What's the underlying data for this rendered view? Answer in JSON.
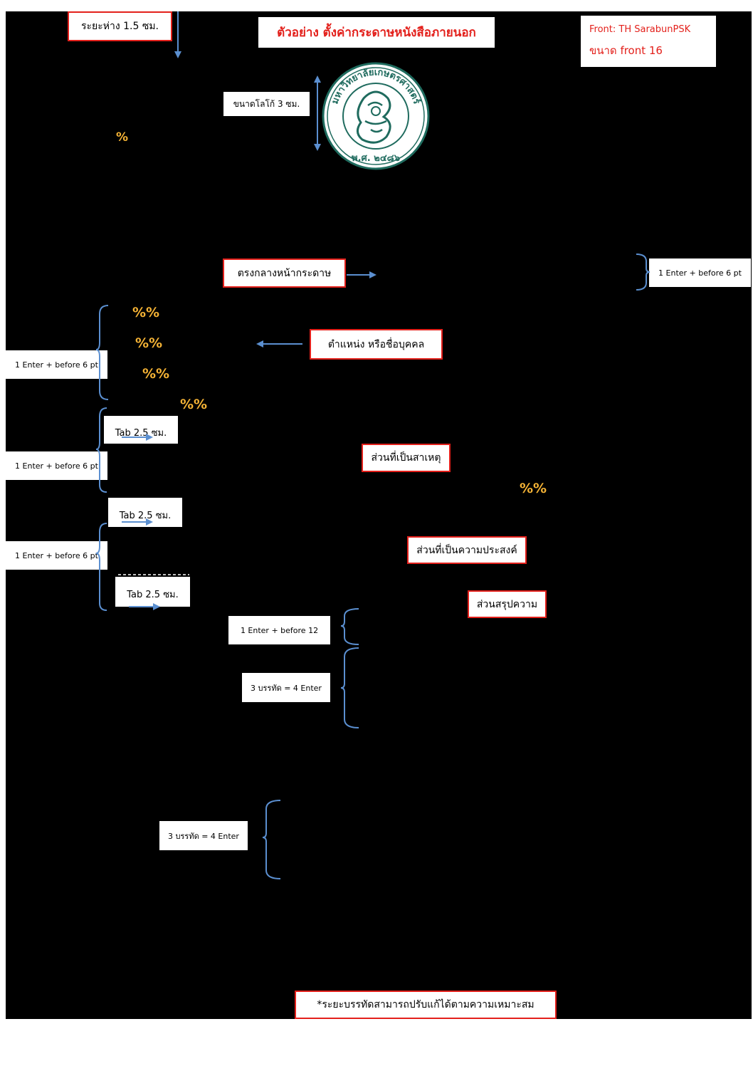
{
  "header": {
    "spacing_label": "ระยะห่าง 1.5 ซม.",
    "title": "ตัวอย่าง ตั้งค่ากระดาษหนังสือภายนอก",
    "font_line1": "Front: TH SarabunPSK",
    "font_line2": "ขนาด front 16",
    "logo_size_label": "ขนาดโลโก้ 3 ซม."
  },
  "logo": {
    "arc_text": "มหาวิทยาลัยเกษตรศาสตร์",
    "bottom_text": "พ.ศ. ๒๔๘๖",
    "color": "#1f6b5e"
  },
  "center_label": "ตรงกลางหน้ากระดาษ",
  "position_label": "ตำแหน่ง หรือชื่อบุคคล",
  "cause_label": "ส่วนที่เป็นสาเหตุ",
  "purpose_label": "ส่วนที่เป็นความประสงค์",
  "summary_label": "ส่วนสรุปความ",
  "enter_labels": {
    "right": "1 Enter + before 6 pt",
    "left1": "1 Enter + before 6 pt",
    "left2": "1 Enter + before 6 pt",
    "left3": "1 Enter + before 6 pt",
    "before12": "1 Enter + before 12"
  },
  "tab_labels": [
    "Tab 2.5 ซม.",
    "Tab 2.5 ซม.",
    "Tab 2.5 ซม."
  ],
  "lines_labels": [
    "3 บรรทัด = 4 Enter",
    "3 บรรทัด = 4 Enter"
  ],
  "percent_marks": [
    "%",
    "%%",
    "%%",
    "%%",
    "%%",
    "%%"
  ],
  "footnote": "*ระยะบรรทัดสามารถปรับแก้ได้ตามความเหมาะสม",
  "colors": {
    "accent_red": "#e3201b",
    "arrow_blue": "#5b8fd0",
    "percent_yellow": "#f5b335"
  }
}
